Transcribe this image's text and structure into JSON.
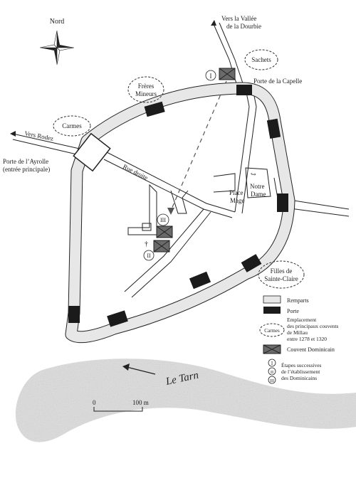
{
  "compass": {
    "label": "Nord",
    "icon": "compass-rose-icon"
  },
  "roads": {
    "vers_rodez": "Vers Rodez",
    "vers_dourbie_line1": "Vers la Vallée",
    "vers_dourbie_line2": "de la Dourbie",
    "rue_droite": "Rue droite"
  },
  "gates": {
    "capelle": "Porte de la Capelle",
    "ayrolle_line1": "Porte de l’Ayrolle",
    "ayrolle_line2": "(entrée principale)"
  },
  "places": {
    "place_mage_line1": "Place",
    "place_mage_line2": "Mage",
    "notre_dame_line1": "Notre",
    "notre_dame_line2": "Dame"
  },
  "convents": {
    "sachets": "Sachets",
    "freres_mineurs_line1": "Frères",
    "freres_mineurs_line2": "Mineurs",
    "carmes": "Carmes",
    "filles_line1": "Filles de",
    "filles_line2": "Sainte-Claire"
  },
  "stages": {
    "one": "I",
    "two": "II",
    "three": "III"
  },
  "river": {
    "name": "Le Tarn"
  },
  "scale": {
    "zero": "0",
    "distance": "100 m"
  },
  "legend": {
    "remparts": "Remparts",
    "porte": "Porte",
    "carmes_sample": "Carmes",
    "emplacement_line1": "Emplacement",
    "emplacement_line2": "des principaux couvents",
    "emplacement_line3": "de Millau",
    "emplacement_line4": "entre 1278 et 1320",
    "couvent": "Couvent Dominicain",
    "etapes_line1": "Étapes successives",
    "etapes_line2": "de l’établissement",
    "etapes_line3": "des Dominicains"
  },
  "colors": {
    "rampart_fill": "#e7e7e7",
    "gate_fill": "#1b1b1b",
    "line": "#222222",
    "river": "#dcdcdc"
  }
}
